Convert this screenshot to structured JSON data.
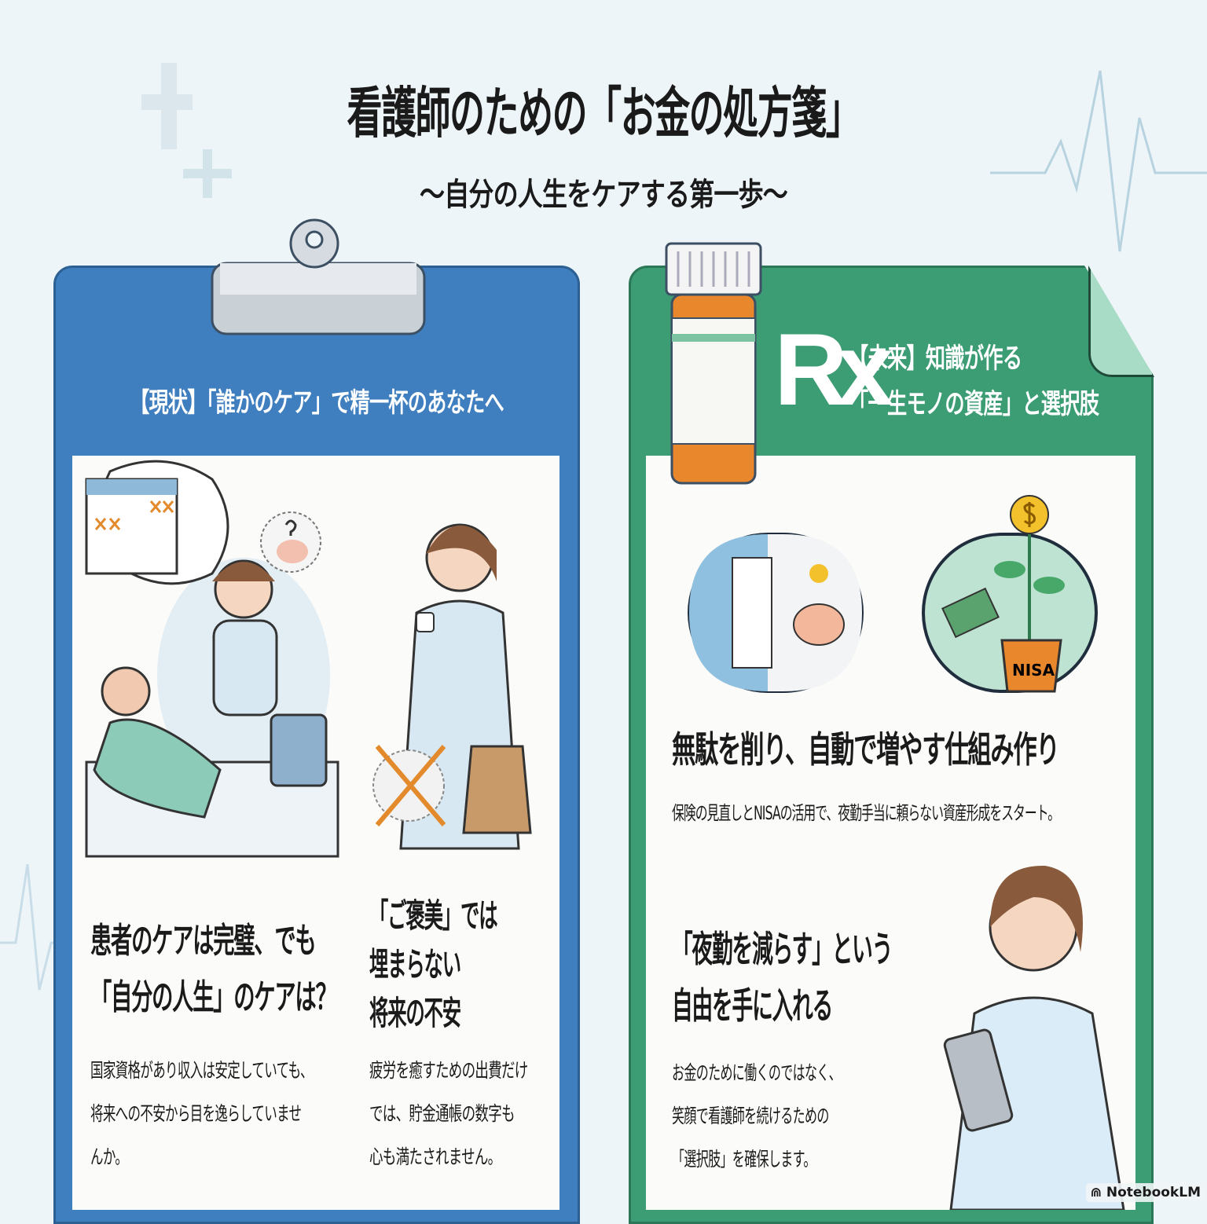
{
  "header": {
    "title": "看護師のための「お金の処方箋」",
    "subtitle": "〜自分の人生をケアする第一歩〜"
  },
  "colors": {
    "background": "#eef5f8",
    "left_panel": "#3f7fbf",
    "right_panel": "#3c9d74",
    "accent_orange": "#e38a2c"
  },
  "left": {
    "header": "【現状】「誰かのケア」で精一杯のあなたへ",
    "icons": [
      "calendar-icon",
      "piggy-bank-icon",
      "thought-bubble-icon",
      "coffee-cup-icon",
      "shopping-bag-icon",
      "crossed-out-investment-icon"
    ],
    "col1": {
      "heading": [
        "患者のケアは完璧、でも",
        "「自分の人生」のケアは？"
      ],
      "body": [
        "国家資格があり収入は安定していても、",
        "将来への不安から目を逸らしていませ",
        "んか。"
      ]
    },
    "col2": {
      "heading": [
        "「ご褒美」では",
        "埋まらない",
        "将来の不安"
      ],
      "body": [
        "疲労を癒すための出費だけ",
        "では、貯金通帳の数字も",
        "心も満たされません。"
      ]
    }
  },
  "right": {
    "rx": "Rx",
    "header": [
      "【未来】知識が作る",
      "「一生モノの資産」と選択肢"
    ],
    "icons": [
      "pill-bottle-icon",
      "receipt-capsule-icon",
      "piggy-bank-icon",
      "nisa-plant-capsule-icon",
      "tablet-icon"
    ],
    "nisa_label": "NISA",
    "section1": {
      "heading": "無駄を削り、自動で増やす仕組み作り",
      "body": "保険の見直しとNISAの活用で、夜勤手当に頼らない資産形成をスタート。"
    },
    "section2": {
      "heading": [
        "「夜勤を減らす」という",
        "自由を手に入れる"
      ],
      "body": [
        "お金のために働くのではなく、",
        "笑顔で看護師を続けるための",
        "「選択肢」を確保します。"
      ]
    }
  },
  "watermark": "NotebookLM"
}
